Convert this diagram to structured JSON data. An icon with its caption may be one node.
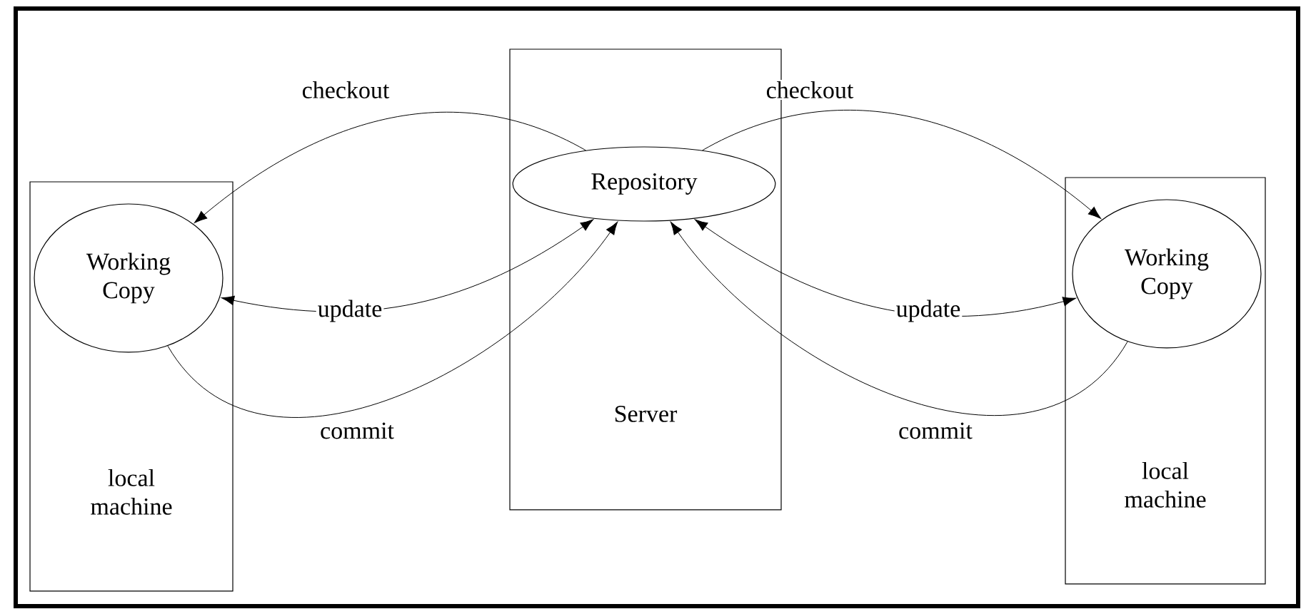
{
  "diagram": {
    "nodes": [
      {
        "text": [
          "local machine"
        ]
      },
      {
        "text": [
          "Working Copy"
        ],
        "in": 0
      },
      {
        "text": [
          "Server"
        ]
      },
      {
        "text": [
          "Repository"
        ],
        "in": 2
      },
      {
        "text": [
          "local machine"
        ]
      },
      {
        "text": [
          "Working Copy"
        ],
        "in": 4
      }
    ],
    "edges": [
      {
        "from": 3,
        "to": 1,
        "arrow": "to",
        "label": "checkout"
      },
      {
        "from": 1,
        "to": 3,
        "arrow": "both",
        "label": "update"
      },
      {
        "from": 1,
        "to": 3,
        "arrow": "to",
        "label": "commit"
      },
      {
        "from": 3,
        "to": 5,
        "arrow": "to",
        "label": "checkout"
      },
      {
        "from": 3,
        "to": 5,
        "arrow": "both",
        "label": "update"
      },
      {
        "from": 5,
        "to": 3,
        "arrow": "to",
        "label": "commit"
      }
    ]
  }
}
